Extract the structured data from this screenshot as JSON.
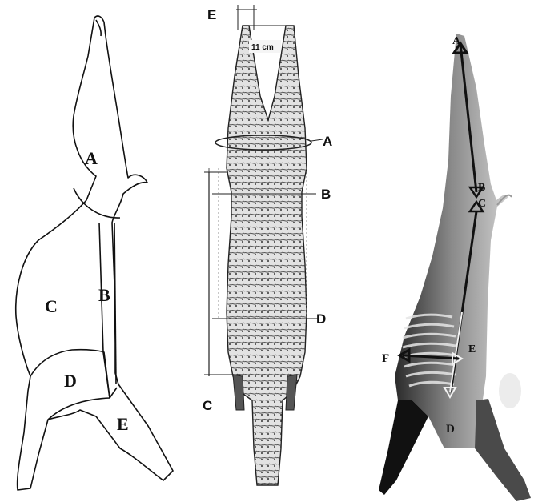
{
  "left_panel": {
    "regions": [
      "A",
      "B",
      "C",
      "D",
      "E"
    ]
  },
  "middle_panel": {
    "measure_label": "11 cm",
    "lines": [
      "A",
      "B",
      "C",
      "D",
      "E"
    ]
  },
  "right_panel": {
    "points": [
      "A",
      "B",
      "C",
      "D",
      "E",
      "F"
    ]
  }
}
